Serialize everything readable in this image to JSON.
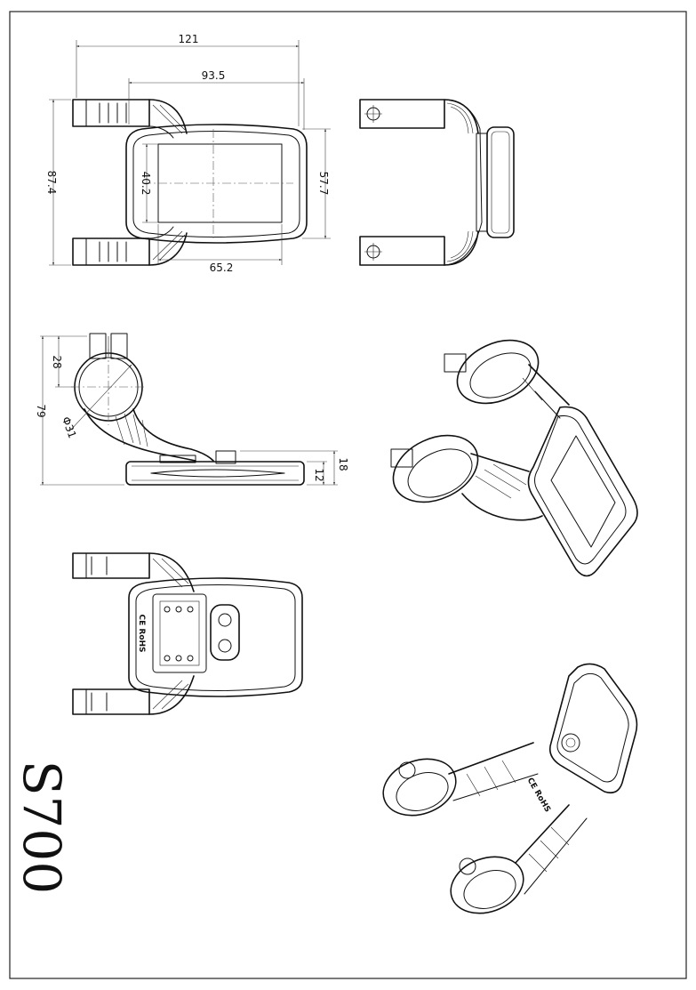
{
  "model": "S700",
  "marking": "CE RoHS",
  "dimensions": {
    "overall_width": "121",
    "clamp_spacing": "93.5",
    "screen_width": "65.2",
    "overall_height": "87.4",
    "display_height": "57.7",
    "screen_height": "40.2",
    "clamp_height": "28",
    "side_total_height": "79",
    "clamp_diameter": "Φ31",
    "body_total_thickness": "18",
    "body_thickness": "12"
  },
  "colors": {
    "line": "#111111",
    "background": "#ffffff"
  }
}
